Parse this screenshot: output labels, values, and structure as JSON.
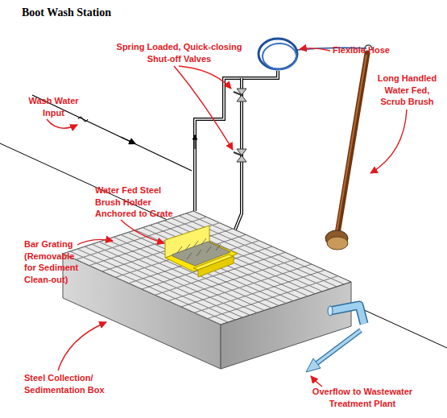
{
  "diagram": {
    "title": "Boot Wash Station",
    "labels": [
      "Spring Loaded, Quick-closing Shut-off Valves",
      "Flexible Hose",
      "Long Handled Water Fed, Scrub Brush",
      "Wash Water Input",
      "Water Fed Steel Brush Holder Anchored to Grate",
      "Bar Grating (Removable for Sediment Clean-out)",
      "Steel Collection/ Sedimentation Box",
      "Overflow to Wastewater Treatment Plant"
    ]
  }
}
